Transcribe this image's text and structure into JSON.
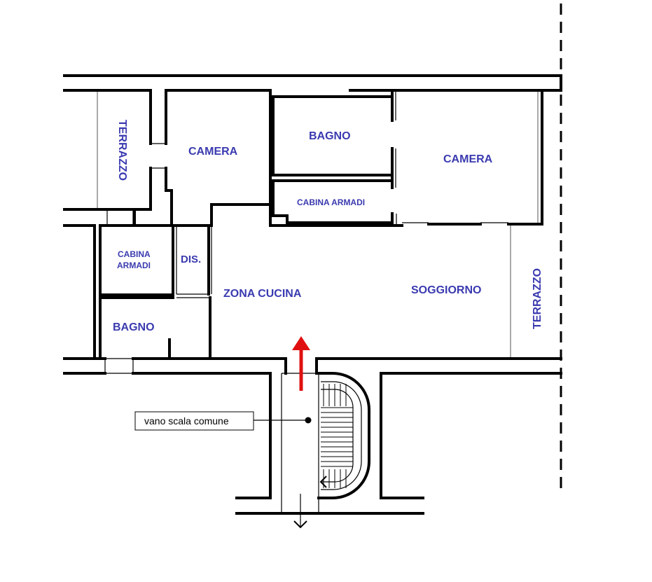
{
  "rooms": {
    "terrazzo_left": "TERRAZZO",
    "camera_left": "CAMERA",
    "bagno_top": "BAGNO",
    "camera_right": "CAMERA",
    "cabina_armadi_right": "CABINA ARMADI",
    "cabina_armadi_left_line1": "CABINA",
    "cabina_armadi_left_line2": "ARMADI",
    "dis": "DIS.",
    "bagno_bottom": "BAGNO",
    "zona_cucina": "ZONA CUCINA",
    "soggiorno": "SOGGIORNO",
    "terrazzo_right": "TERRAZZO"
  },
  "annotation": {
    "stair_label": "vano scala comune"
  },
  "colors": {
    "room_text": "#3a3ab0",
    "entry_arrow": "#e01010",
    "walls": "#000000"
  }
}
